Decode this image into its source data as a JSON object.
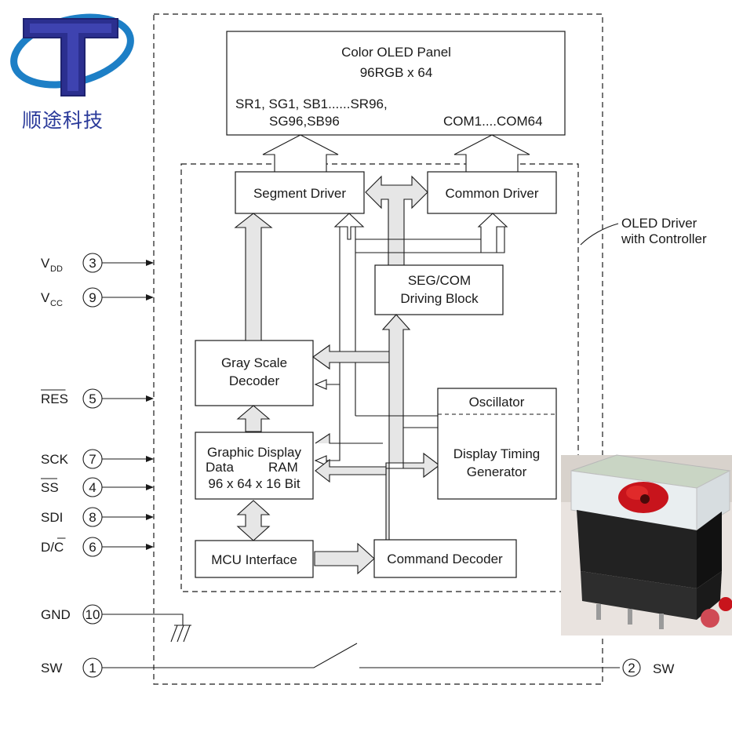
{
  "logo": {
    "company_name": "顺途科技",
    "initial": "T"
  },
  "panel": {
    "title_line1": "Color OLED Panel",
    "title_line2": "96RGB x 64",
    "seg_pins_line1": "SR1, SG1, SB1......SR96,",
    "seg_pins_line2": "SG96,SB96",
    "com_pins": "COM1....COM64"
  },
  "driver_label": {
    "line1": "OLED Driver",
    "line2": "with Controller"
  },
  "blocks": {
    "segment_driver": "Segment Driver",
    "common_driver": "Common Driver",
    "seg_com_line1": "SEG/COM",
    "seg_com_line2": "Driving Block",
    "gray_line1": "Gray Scale",
    "gray_line2": "Decoder",
    "oscillator": "Oscillator",
    "timing_line1": "Display Timing",
    "timing_line2": "Generator",
    "gddram_line1": "Graphic Display",
    "gddram_line2a": "Data",
    "gddram_line2b": "RAM",
    "gddram_line3": "96 x 64 x 16 Bit",
    "mcu_interface": "MCU Interface",
    "command_decoder": "Command Decoder"
  },
  "pins": [
    {
      "name": "V",
      "sub": "DD",
      "number": "3"
    },
    {
      "name": "V",
      "sub": "CC",
      "number": "9"
    },
    {
      "name": "RES",
      "sub": "",
      "number": "5"
    },
    {
      "name": "SCK",
      "sub": "",
      "number": "7"
    },
    {
      "name": "SS",
      "sub": "",
      "number": "4"
    },
    {
      "name": "SDI",
      "sub": "",
      "number": "8"
    },
    {
      "name": "D/C",
      "sub": "",
      "number": "6"
    },
    {
      "name": "GND",
      "sub": "",
      "number": "10"
    },
    {
      "name": "SW",
      "sub": "",
      "number": "1"
    }
  ],
  "right_pin": {
    "name": "SW",
    "number": "2"
  }
}
